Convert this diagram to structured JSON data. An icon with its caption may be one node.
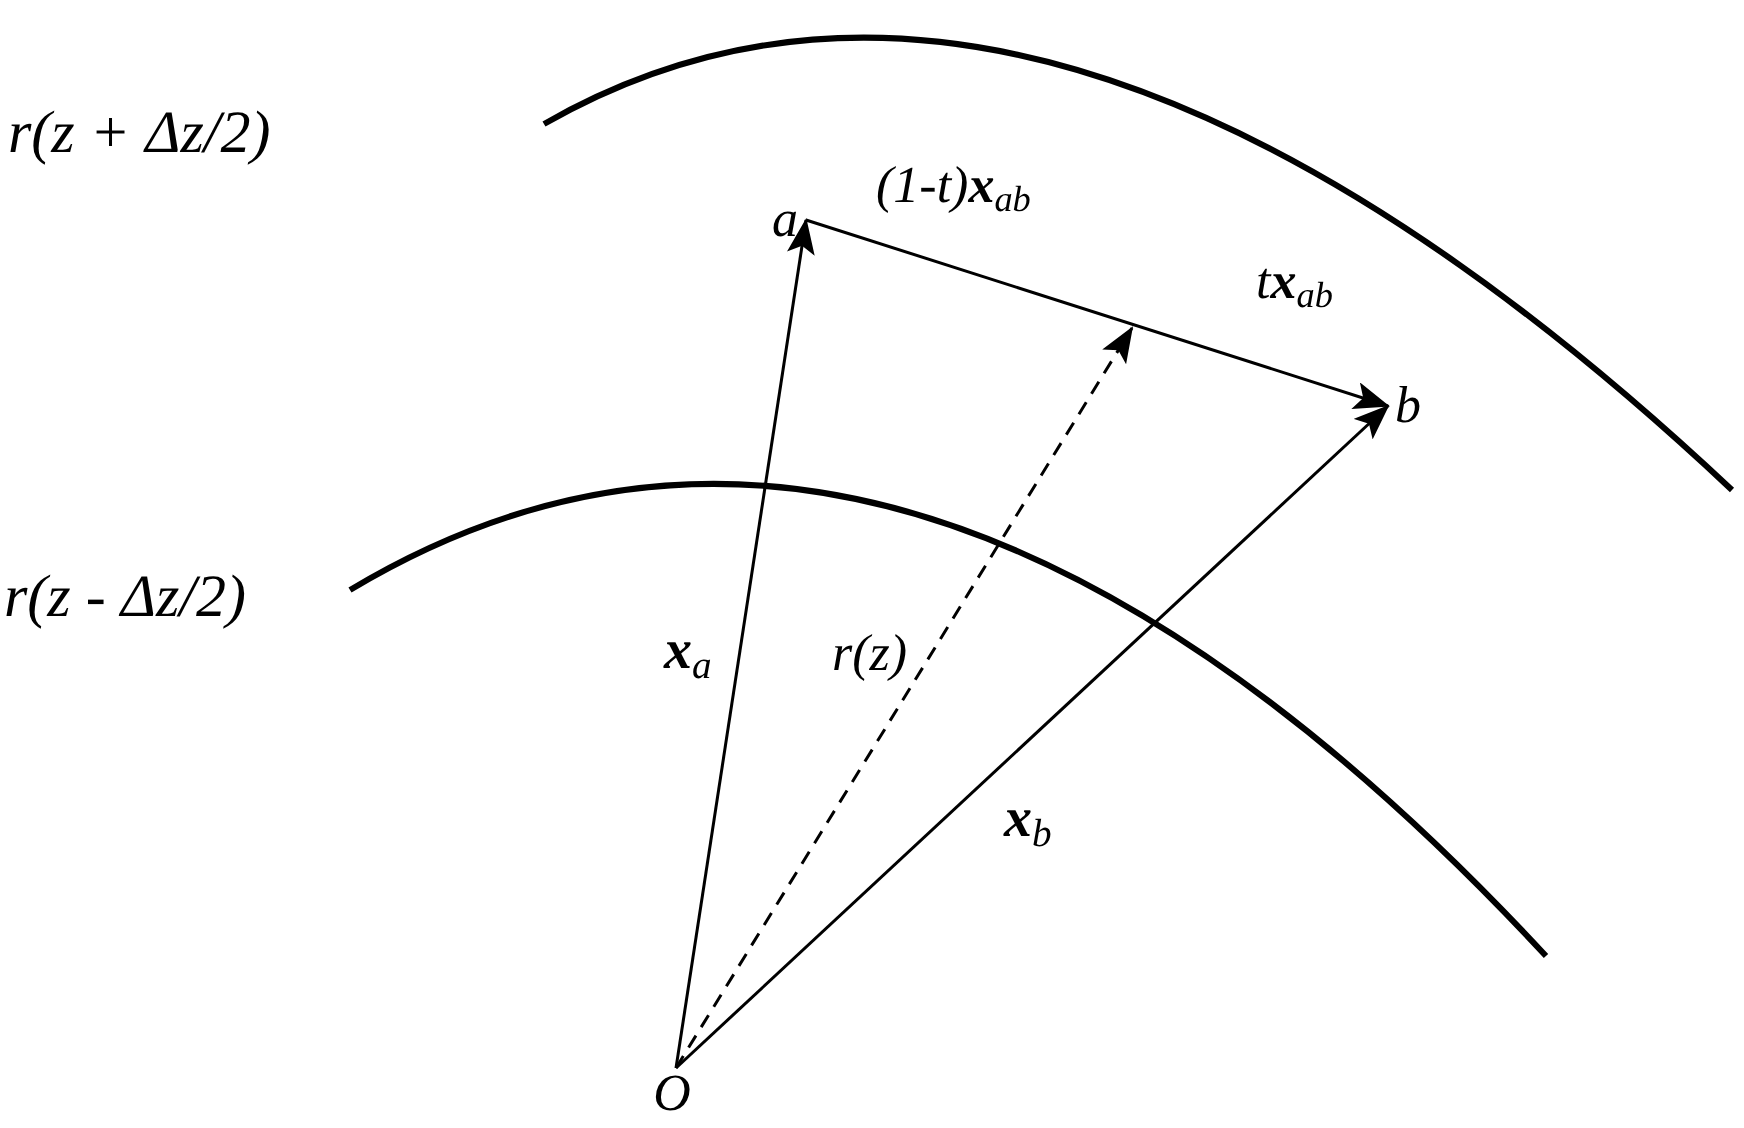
{
  "diagram": {
    "nodes": [
      {
        "text": [
          "O"
        ]
      },
      {
        "text": [
          "a"
        ]
      },
      {
        "text": [
          "b"
        ]
      }
    ],
    "edges": [
      {
        "from": 0,
        "to": 1,
        "arrow": "to",
        "label": "**x**$_{a}$"
      },
      {
        "from": 0,
        "to": null,
        "arrow": "to",
        "style": "dashed",
        "label": "r(z)"
      },
      {
        "from": 0,
        "to": 2,
        "arrow": "to",
        "label": "**x**$_{b}$"
      },
      {
        "from": 1,
        "to": 2,
        "arrow": "to"
      }
    ],
    "labels": [
      "r(z + Δz/2)",
      "r(z - Δz/2)",
      "(1-t)**x**$_{ab}$",
      "t**x**$_{ab}$"
    ]
  }
}
